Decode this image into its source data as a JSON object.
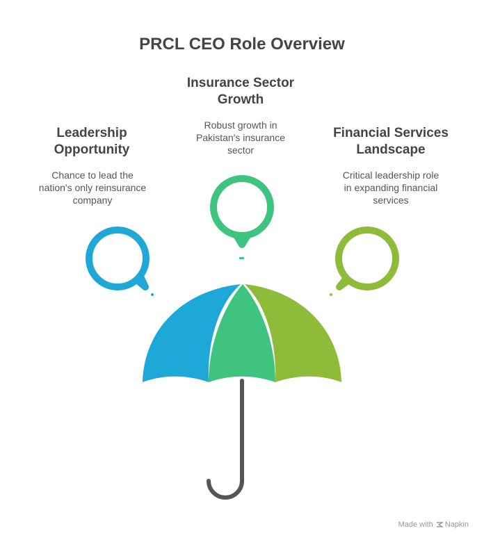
{
  "title": "PRCL CEO Role Overview",
  "items": [
    {
      "heading_line1": "Leadership",
      "heading_line2": "Opportunity",
      "desc_line1": "Chance to lead the",
      "desc_line2": "nation's only reinsurance",
      "desc_line3": "company",
      "color": "#1ea8d8"
    },
    {
      "heading_line1": "Insurance Sector",
      "heading_line2": "Growth",
      "desc_line1": "Robust growth in",
      "desc_line2": "Pakistan's insurance",
      "desc_line3": "sector",
      "color": "#3ec47e"
    },
    {
      "heading_line1": "Financial Services",
      "heading_line2": "Landscape",
      "desc_line1": "Critical leadership role",
      "desc_line2": "in expanding financial",
      "desc_line3": "services",
      "color": "#8fbb3a"
    }
  ],
  "handle_color": "#555555",
  "footer": {
    "made_with": "Made with",
    "brand": "Napkin"
  }
}
